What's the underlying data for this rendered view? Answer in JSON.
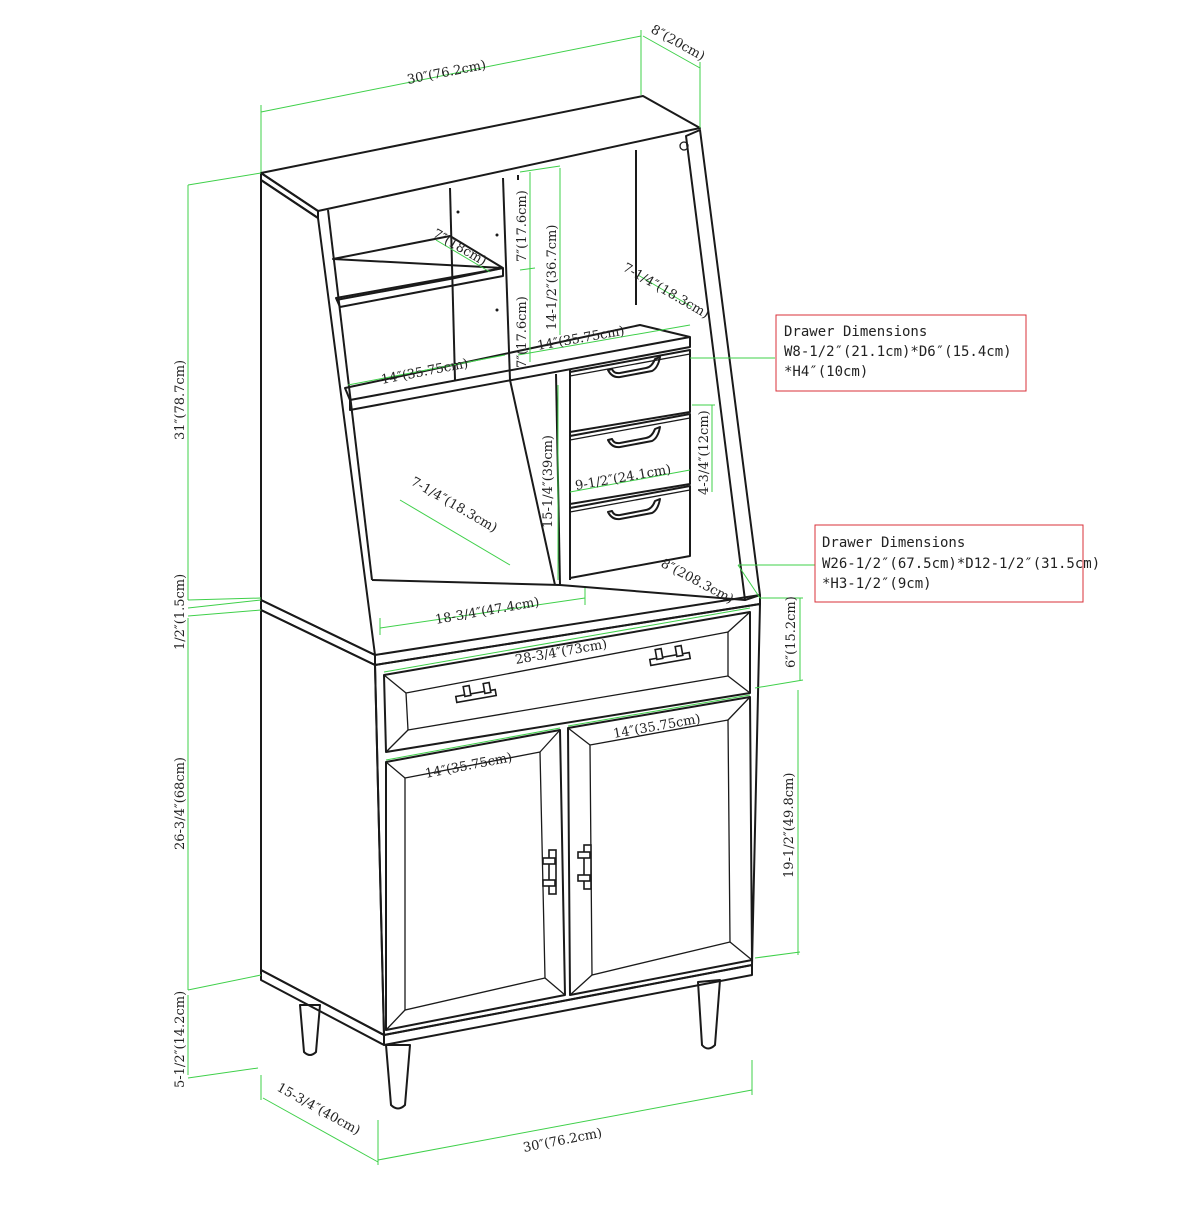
{
  "colors": {
    "outline": "#1a1a1a",
    "dimension_line": "#3fd04a",
    "callout_border": "#d9303a",
    "background": "#ffffff"
  },
  "dimensions": {
    "top_width": "30″(76.2cm)",
    "top_depth": "8″(20cm)",
    "hutch_height": "31″(78.7cm)",
    "shelf_height_upper": "7″(17.6cm)",
    "shelf_height_total": "14-1/2″(36.7cm)",
    "shelf_height_lower": "7″(17.6cm)",
    "cubby_depth_left": "7″(18cm)",
    "right_shelf_depth": "7-1/4″(18.3cm)",
    "right_shelf_width": "14″(35.75cm)",
    "left_shelf_width": "14″(35.75cm)",
    "drawer_box_height": "4-3/4″(12cm)",
    "drawer_box_width": "9-1/2″(24.1cm)",
    "open_area_height": "15-1/4″(39cm)",
    "open_area_depth": "7-1/4″(18.3cm)",
    "open_area_width": "18-3/4″(47.4cm)",
    "desk_depth": "8″(208.3cm)",
    "desk_thickness": "1/2″(1.5cm)",
    "drawer_front_width": "28-3/4″(73cm)",
    "drawer_front_height": "6″(15.2cm)",
    "door_width_left": "14″(35.75cm)",
    "door_width_right": "14″(35.75cm)",
    "base_height": "26-3/4″(68cm)",
    "door_height": "19-1/2″(49.8cm)",
    "leg_height": "5-1/2″(14.2cm)",
    "base_depth": "15-3/4″(40cm)",
    "base_width": "30″(76.2cm)"
  },
  "callouts": {
    "small_drawer": {
      "title": "Drawer Dimensions",
      "line1": "W8-1/2″(21.1cm)*D6″(15.4cm)",
      "line2": "*H4″(10cm)"
    },
    "large_drawer": {
      "title": "Drawer Dimensions",
      "line1": "W26-1/2″(67.5cm)*D12-1/2″(31.5cm)",
      "line2": "*H3-1/2″(9cm)"
    }
  }
}
